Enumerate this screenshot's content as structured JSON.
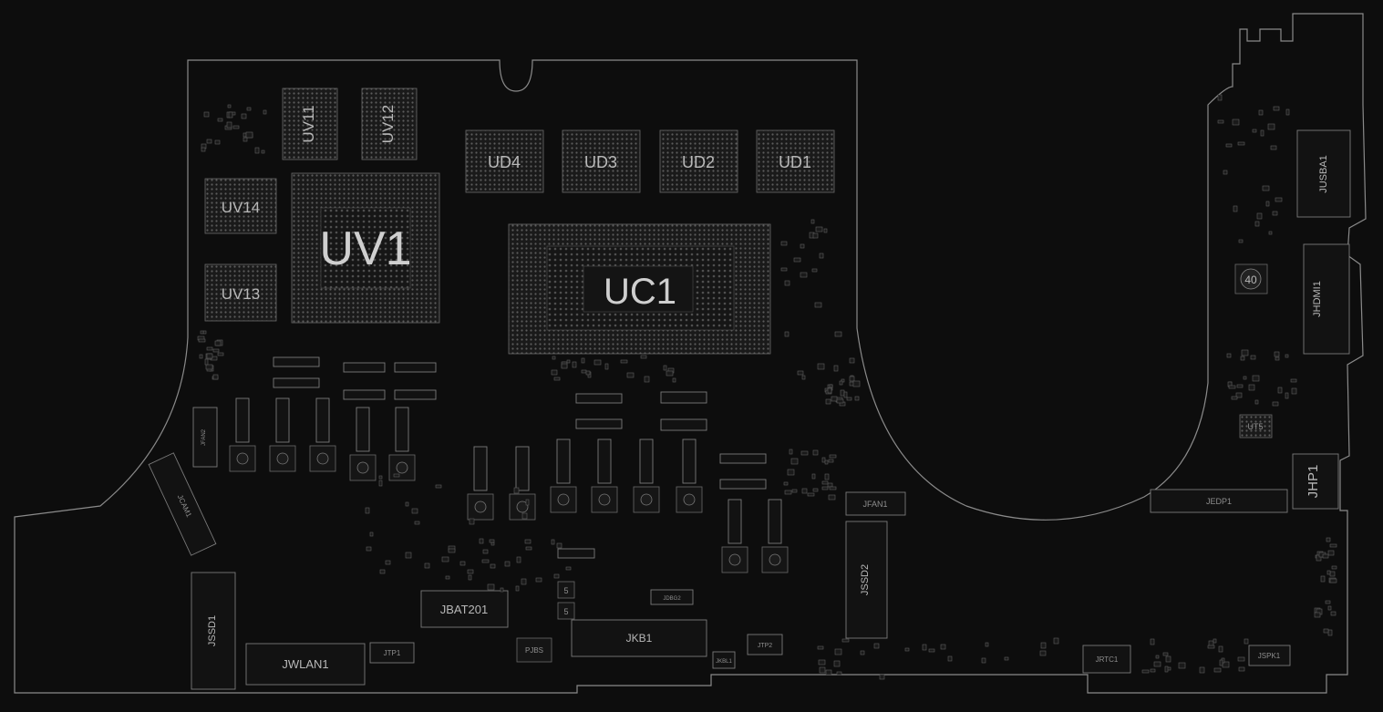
{
  "board": {
    "chips": {
      "uv1": "UV1",
      "uc1": "UC1",
      "uv11": "UV11",
      "uv12": "UV12",
      "uv13": "UV13",
      "uv14": "UV14",
      "ud1": "UD1",
      "ud2": "UD2",
      "ud3": "UD3",
      "ud4": "UD4",
      "ut5": "UT5"
    },
    "connectors": {
      "jusba1": "JUSBA1",
      "jhdmi1": "JHDMI1",
      "jhp1": "JHP1",
      "jedp1": "JEDP1",
      "jfan1": "JFAN1",
      "jssd2": "JSSD2",
      "jssd1": "JSSD1",
      "jwlan1": "JWLAN1",
      "jtp1": "JTP1",
      "jbat201": "JBAT201",
      "jkb1": "JKB1",
      "jtp2": "JTP2",
      "jrtc1": "JRTC1",
      "jspk1": "JSPK1",
      "jcam1": "JCAM1",
      "jdbg2": "JDBG2",
      "jkbl1": "JKBL1",
      "fan2": "JFAN2"
    },
    "misc": {
      "marker_40": "40",
      "marker_5a": "5",
      "marker_5b": "5",
      "pjbs": "PJBS"
    }
  }
}
